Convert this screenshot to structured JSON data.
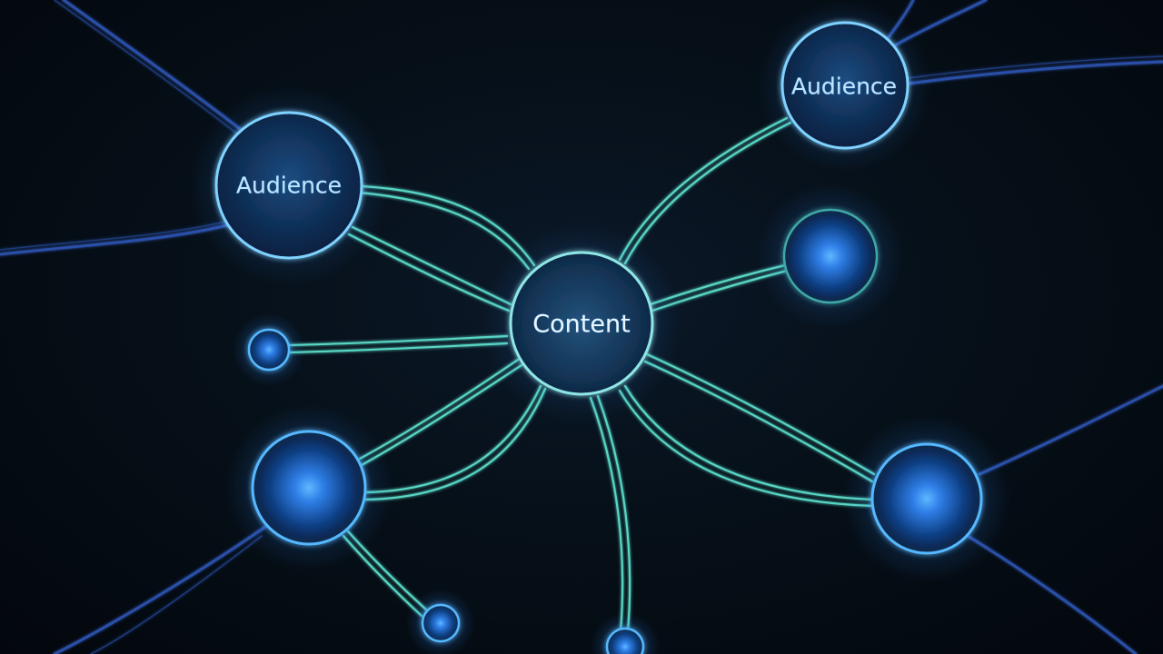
{
  "diagram": {
    "nodes": {
      "center": {
        "label": "Content"
      },
      "audience_left": {
        "label": "Audience"
      },
      "audience_right": {
        "label": "Audience"
      }
    },
    "colors": {
      "background": "#050b14",
      "edge_teal": "#58d6c4",
      "edge_blue": "#2c4fa8",
      "node_fill": "#0c2a4a",
      "node_ring": "#6fd0ff",
      "glow": "#2f8cff",
      "label": "#bfe6ff"
    }
  }
}
